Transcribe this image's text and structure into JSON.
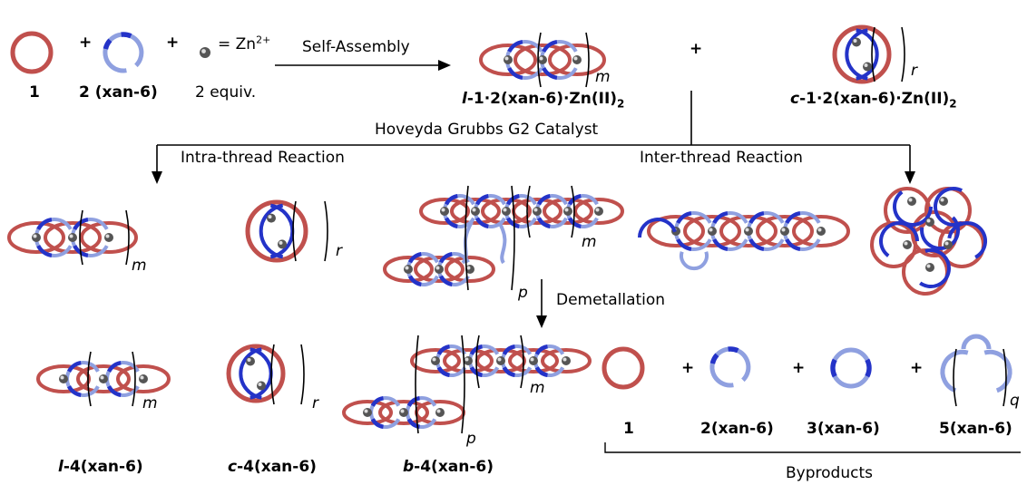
{
  "reactants": {
    "r1_label": "1",
    "r2_label": "2 (xan-6)",
    "plus": "+",
    "equiv": "2 equiv.",
    "zn_eq": "= Zn",
    "zn_charge": "2+"
  },
  "arrows": {
    "self_assembly": "Self-Assembly",
    "catalyst": "Hoveyda Grubbs G2 Catalyst",
    "intra": "Intra-thread Reaction",
    "inter": "Inter-thread Reaction",
    "demetallation": "Demetallation"
  },
  "products_top": {
    "linear_prefix": "l",
    "linear_rest": "-1·2(xan-6)·Zn(II)",
    "cyclic_prefix": "c",
    "cyclic_rest": "-1·2(xan-6)·Zn(II)",
    "sub2": "2",
    "m": "m",
    "r": "r"
  },
  "middle": {
    "m1": "m",
    "r1": "r",
    "m2": "m",
    "p": "p"
  },
  "bottom": {
    "l4_prefix": "l",
    "l4_rest": "-4(xan-6)",
    "c4_prefix": "c",
    "c4_rest": "-4(xan-6)",
    "b4_prefix": "b",
    "b4_rest": "-4(xan-6)",
    "m1": "m",
    "r": "r",
    "m2": "m",
    "p": "p"
  },
  "byproducts": {
    "label1": "1",
    "label2": "2(xan-6)",
    "label3": "3(xan-6)",
    "label5": "5(xan-6)",
    "q": "q",
    "title": "Byproducts"
  },
  "colors": {
    "red_ring": "#c0504d",
    "blue_ring": "#8fa0e0",
    "blue_strand": "#2433c8",
    "zinc": "#555555"
  }
}
